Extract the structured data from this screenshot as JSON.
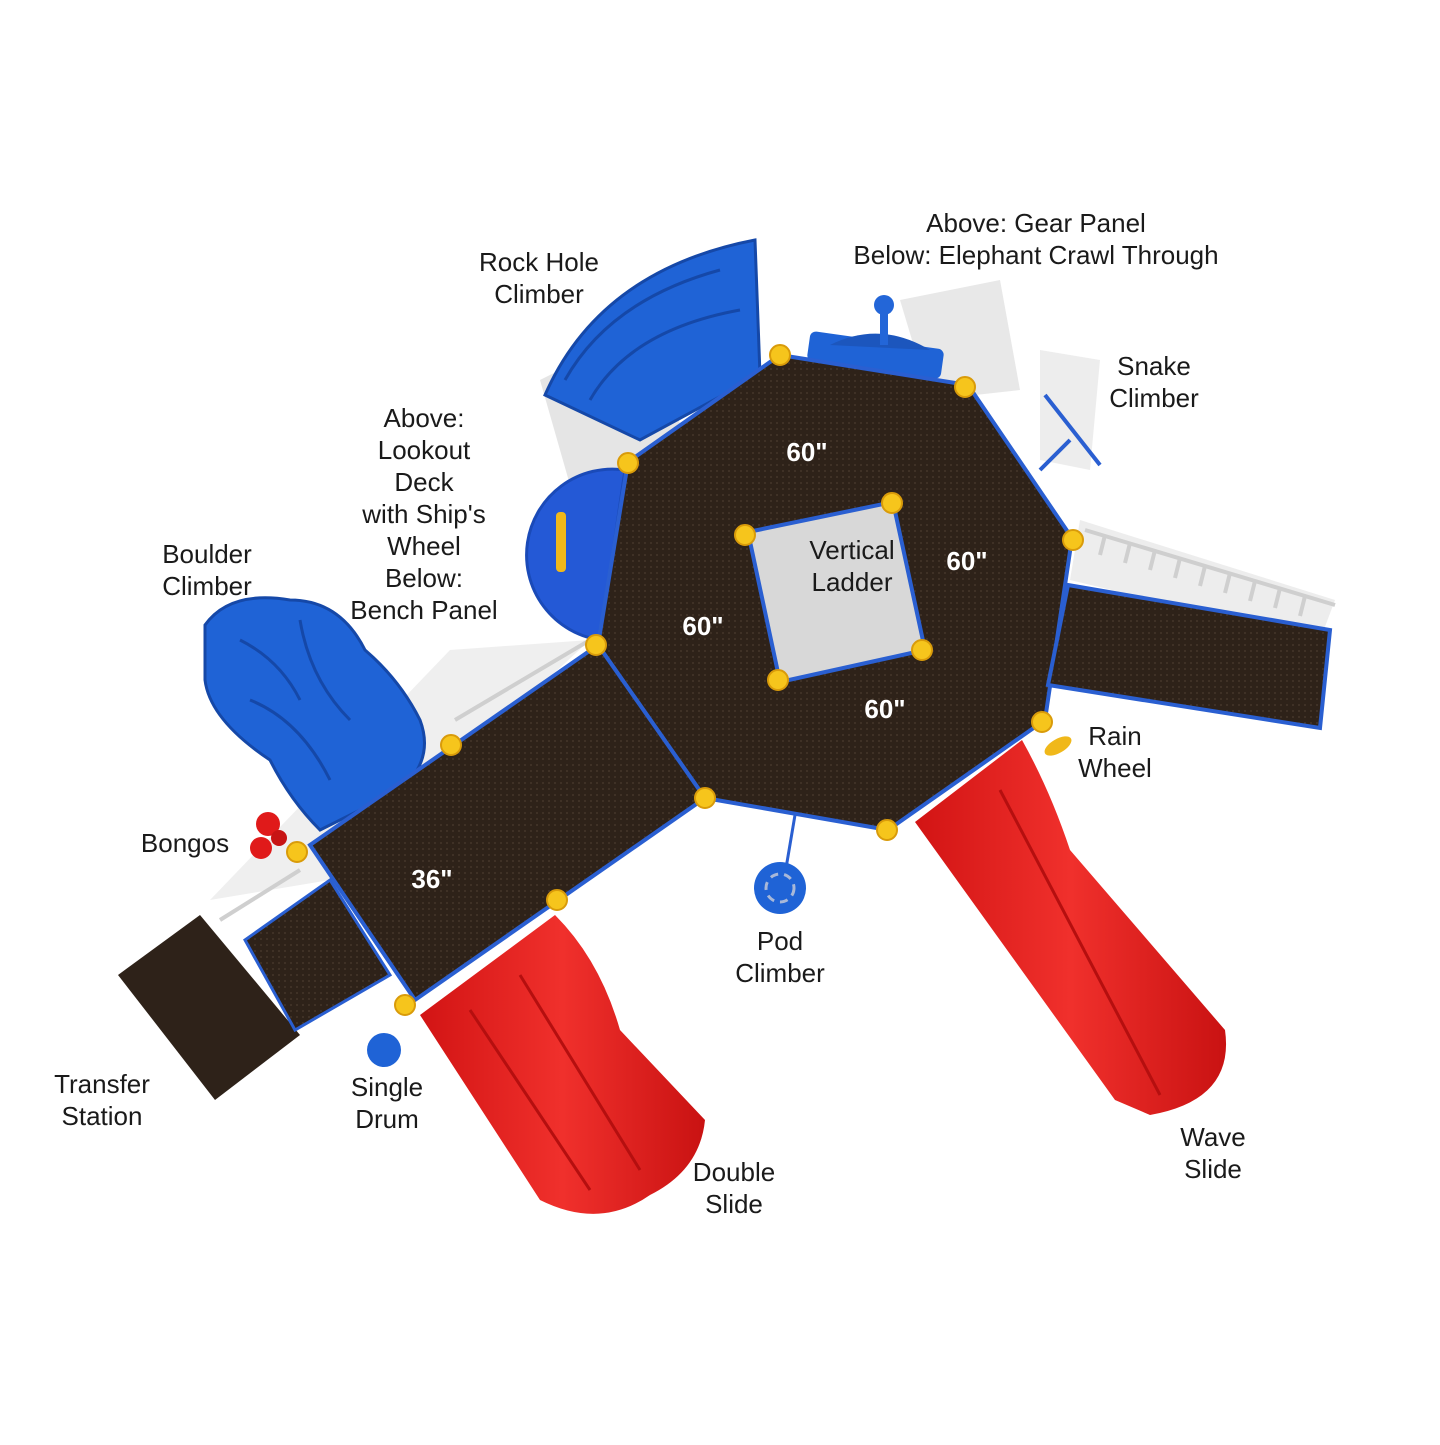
{
  "diagram": {
    "type": "playground-plan-top-view",
    "colors": {
      "deck": "#2e2219",
      "frame_blue": "#2a5fd1",
      "plastic_blue": "#1f63d6",
      "slide_red": "#e8201f",
      "clamp_yellow": "#f6c51c",
      "shadow": "#d9d9d9",
      "label_text": "#1a1a1a",
      "height_text": "#ffffff"
    },
    "labels": {
      "gear_panel": "Above: Gear Panel\nBelow: Elephant Crawl Through",
      "rock_hole_climber": "Rock Hole\nClimber",
      "snake_climber": "Snake\nClimber",
      "lookout_deck": "Above:\nLookout\nDeck\nwith Ship's\nWheel\nBelow:\nBench Panel",
      "boulder_climber": "Boulder\nClimber",
      "vertical_ladder": "Vertical\nLadder",
      "rain_wheel": "Rain\nWheel",
      "bongos": "Bongos",
      "pod_climber": "Pod\nClimber",
      "transfer_station": "Transfer\nStation",
      "single_drum": "Single\nDrum",
      "double_slide": "Double\nSlide",
      "wave_slide": "Wave\nSlide"
    },
    "deck_heights": {
      "top": "60\"",
      "right": "60\"",
      "left": "60\"",
      "bottom": "60\"",
      "lower_deck": "36\""
    }
  }
}
